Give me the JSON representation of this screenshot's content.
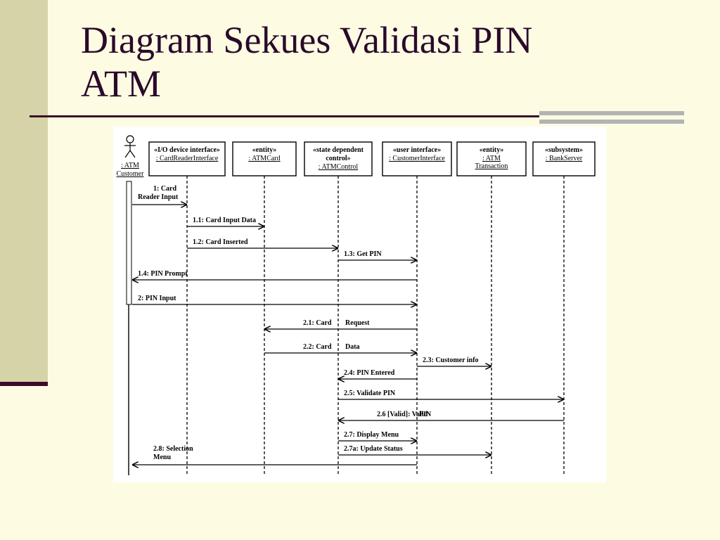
{
  "slide": {
    "title_line1": "Diagram Sekues Validasi PIN",
    "title_line2": "ATM"
  },
  "diagram": {
    "actor": {
      "name_line1": ": ATM",
      "name_line2": "Customer"
    },
    "objects": [
      {
        "stereotype": "«I/O device interface»",
        "stereotype2": "",
        "name": ": CardReaderInterface",
        "name2": ""
      },
      {
        "stereotype": "«entity»",
        "stereotype2": "",
        "name": ": ATMCard",
        "name2": ""
      },
      {
        "stereotype": "«state dependent",
        "stereotype2": "control»",
        "name": ": ATMControl",
        "name2": ""
      },
      {
        "stereotype": "«user interface»",
        "stereotype2": "",
        "name": ": CustomerInterface",
        "name2": ""
      },
      {
        "stereotype": "«entity»",
        "stereotype2": "",
        "name": ": ATM",
        "name2": "Transaction"
      },
      {
        "stereotype": "«subsystem»",
        "stereotype2": "",
        "name": ": BankServer",
        "name2": ""
      }
    ],
    "messages": [
      {
        "from": 0,
        "to": 1,
        "label": "1: Card",
        "label2": "Reader Input"
      },
      {
        "from": 1,
        "to": 2,
        "label": "1.1: Card Input Data",
        "label2": ""
      },
      {
        "from": 1,
        "to": 3,
        "label": "1.2: Card Inserted",
        "label2": ""
      },
      {
        "from": 3,
        "to": 4,
        "label": "1.3: Get PIN",
        "label2": ""
      },
      {
        "from": 4,
        "to": 0,
        "label": "1.4: PIN Prompt",
        "label2": ""
      },
      {
        "from": 0,
        "to": 4,
        "label": "2: PIN Input",
        "label2": ""
      },
      {
        "from": 4,
        "to": 2,
        "label": "2.1: Card",
        "label2": "Request"
      },
      {
        "from": 2,
        "to": 4,
        "label": "2.2: Card",
        "label2": "Data"
      },
      {
        "from": 4,
        "to": 5,
        "label": "2.3: Customer info",
        "label2": ""
      },
      {
        "from": 4,
        "to": 3,
        "label": "2.4: PIN Entered",
        "label2": ""
      },
      {
        "from": 3,
        "to": 6,
        "label": "2.5: Validate PIN",
        "label2": ""
      },
      {
        "from": 6,
        "to": 3,
        "label": "2.6 [Valid]: Valid",
        "label2": "PIN"
      },
      {
        "from": 3,
        "to": 4,
        "label": "2.7: Display Menu",
        "label2": ""
      },
      {
        "from": 3,
        "to": 5,
        "label": "2.7a: Update Status",
        "label2": ""
      },
      {
        "from": 4,
        "to": 0,
        "label": "2.8: Selection",
        "label2": "Menu"
      }
    ]
  }
}
